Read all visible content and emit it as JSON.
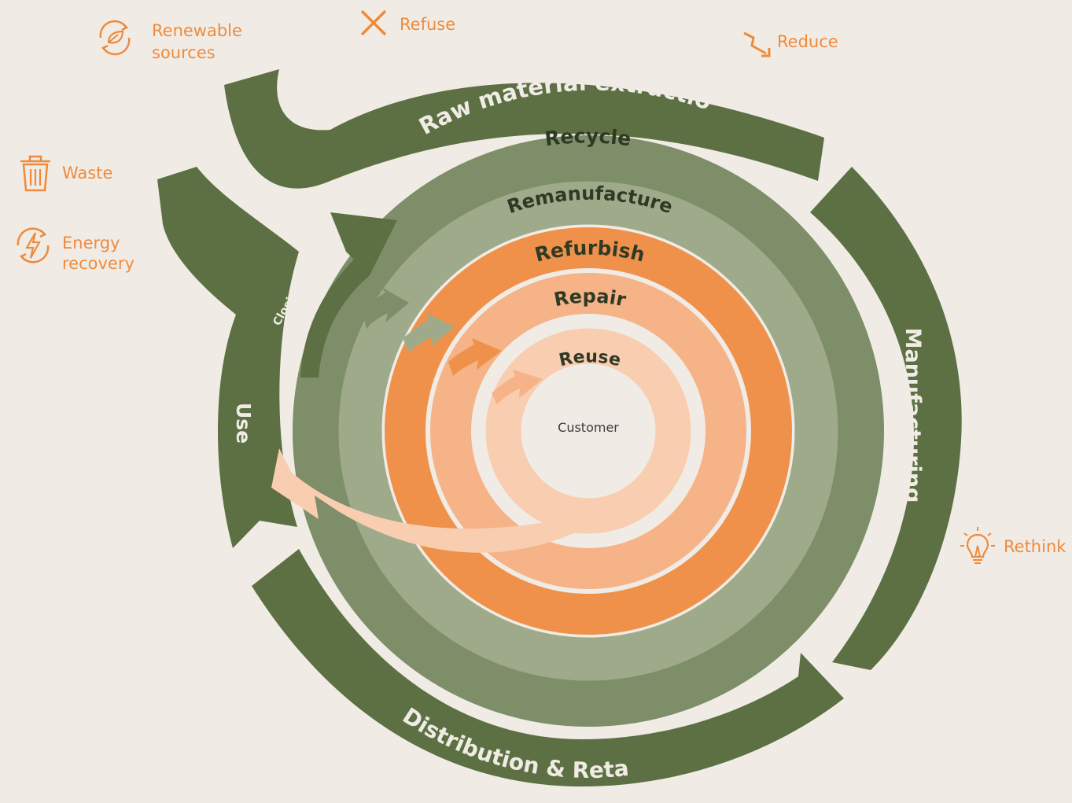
{
  "colors": {
    "background": "#f0ece5",
    "dark_green": "#5c7043",
    "mid_green": "#7e8e69",
    "light_green": "#9eaa89",
    "orange": "#f0914b",
    "light_orange": "#f5b387",
    "pale_orange": "#f8cdb0",
    "legend_orange": "#ef8a3c"
  },
  "outer_cycle": {
    "raw_material_extraction": "Raw material extraction",
    "manufacturing": "Manufacturing",
    "distribution_retail": "Distribution & Retail",
    "use": "Use",
    "closing_the_loop": "Closing the loop"
  },
  "loops": {
    "recycle": "Recycle",
    "remanufacture": "Remanufacture",
    "refurbish": "Refurbish",
    "repair": "Repair",
    "reuse": "Reuse",
    "customer": "Customer"
  },
  "legend": {
    "renewable_sources_line1": "Renewable",
    "renewable_sources_line2": "sources",
    "refuse": "Refuse",
    "reduce": "Reduce",
    "waste": "Waste",
    "energy_recovery_line1": "Energy",
    "energy_recovery_line2": "recovery",
    "rethink": "Rethink"
  },
  "icons": {
    "renewable_sources": "leaf-cycle-icon",
    "refuse": "cross-icon",
    "reduce": "down-arrow-icon",
    "waste": "trash-can-icon",
    "energy_recovery": "lightning-cycle-icon",
    "rethink": "lightbulb-icon"
  }
}
